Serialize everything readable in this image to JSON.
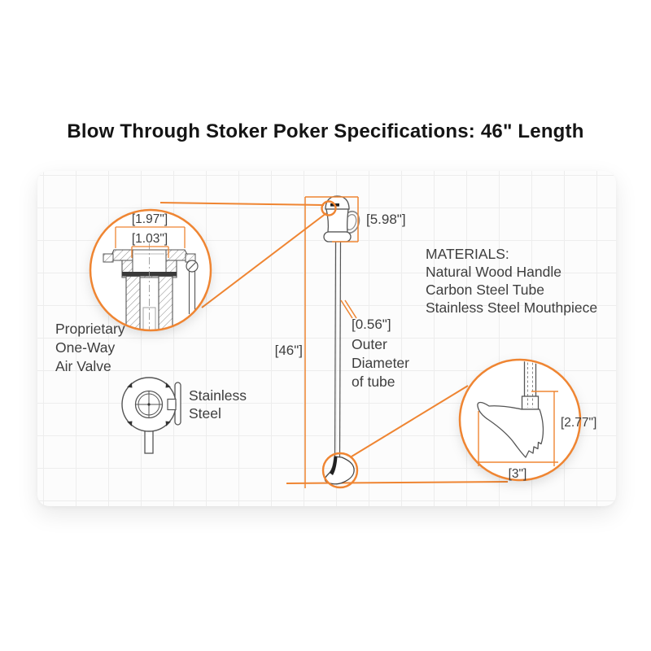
{
  "title": "Blow Through Stoker Poker Specifications: 46\" Length",
  "colors": {
    "accent_orange": "#EF8532",
    "drawing_line": "#555555",
    "text": "#3e3e3e",
    "title_text": "#141414",
    "card_bg": "#fcfcfc",
    "grid_line": "#ededed"
  },
  "left_detail": {
    "dim_outer": "[1.97\"]",
    "dim_inner": "[1.03\"]"
  },
  "labels": {
    "proprietary": [
      "Proprietary",
      "One-Way",
      "Air Valve"
    ],
    "stainless": [
      "Stainless",
      "Steel"
    ]
  },
  "main_dims": {
    "overall_length": "[46\"]",
    "handle_length": "[5.98\"]",
    "tube_od": "[0.56\"]",
    "tube_od_caption": [
      "Outer",
      "Diameter",
      "of tube"
    ]
  },
  "materials": {
    "heading": "MATERIALS:",
    "items": [
      "Natural Wood Handle",
      "Carbon Steel Tube",
      "Stainless Steel Mouthpiece"
    ]
  },
  "right_detail": {
    "dim_height": "[2.77\"]",
    "dim_width": "[3\"]"
  }
}
